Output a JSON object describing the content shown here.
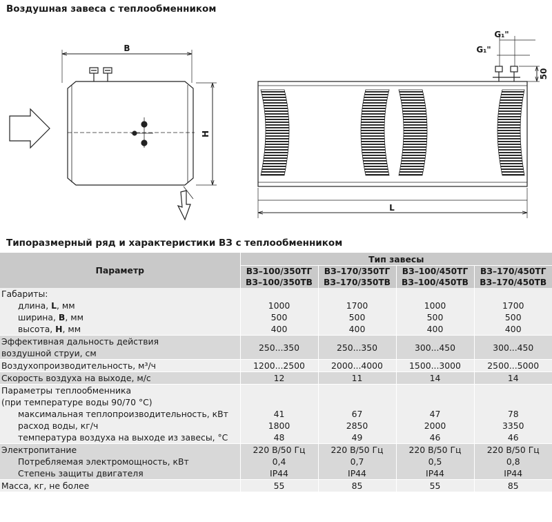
{
  "title_main": "Воздушная завеса с теплообменником",
  "title_table": "Типоразмерный ряд и характеристики ВЗ с теплообменником",
  "drawing": {
    "dim_B": "B",
    "dim_H": "H",
    "dim_L": "L",
    "dim_G_top": "G₁\"",
    "dim_G_low": "G₁\"",
    "dim_50": "50"
  },
  "table": {
    "param_header": "Параметр",
    "type_header": "Тип завесы",
    "models": [
      [
        "ВЗ–100/350ТГ",
        "ВЗ–100/350ТВ"
      ],
      [
        "ВЗ–170/350ТГ",
        "ВЗ–170/350ТВ"
      ],
      [
        "ВЗ–100/450ТГ",
        "ВЗ–100/450ТВ"
      ],
      [
        "ВЗ–170/450ТГ",
        "ВЗ–170/450ТВ"
      ]
    ],
    "rows": {
      "dims_label": "Габариты:",
      "length_label": [
        "длина, ",
        "L",
        ", мм"
      ],
      "length": [
        "1000",
        "1700",
        "1000",
        "1700"
      ],
      "width_label": [
        "ширина, ",
        "B",
        ", мм"
      ],
      "width": [
        "500",
        "500",
        "500",
        "500"
      ],
      "height_label": [
        "высота, ",
        "H",
        ", мм"
      ],
      "height": [
        "400",
        "400",
        "400",
        "400"
      ],
      "range_label_1": "Эффективная дальность действия",
      "range_label_2": "воздушной струи, см",
      "range": [
        "250...350",
        "250...350",
        "300...450",
        "300...450"
      ],
      "airflow_label": "Воздухопроизводительность, м³/ч",
      "airflow": [
        "1200...2500",
        "2000...4000",
        "1500...3000",
        "2500...5000"
      ],
      "speed_label": "Скорость воздуха на выходе, м/с",
      "speed": [
        "12",
        "11",
        "14",
        "14"
      ],
      "hx_label_1": "Параметры теплообменника",
      "hx_label_2": "(при температуре воды 90/70 °С)",
      "power_label": "максимальная теплопроизводительность, кВт",
      "power": [
        "41",
        "67",
        "47",
        "78"
      ],
      "water_label": "расход воды, кг/ч",
      "water": [
        "1800",
        "2850",
        "2000",
        "3350"
      ],
      "temp_label": "температура воздуха на выходе из завесы, °С",
      "temp": [
        "48",
        "49",
        "46",
        "46"
      ],
      "supply_label": "Электропитание",
      "supply": [
        "220 В/50 Гц",
        "220 В/50 Гц",
        "220 В/50 Гц",
        "220 В/50 Гц"
      ],
      "elpower_label": "Потребляемая электромощность, кВт",
      "elpower": [
        "0,4",
        "0,7",
        "0,5",
        "0,8"
      ],
      "ip_label": "Степень защиты двигателя",
      "ip": [
        "IP44",
        "IP44",
        "IP44",
        "IP44"
      ],
      "mass_label": "Масса, кг, не более",
      "mass": [
        "55",
        "85",
        "55",
        "85"
      ]
    }
  }
}
